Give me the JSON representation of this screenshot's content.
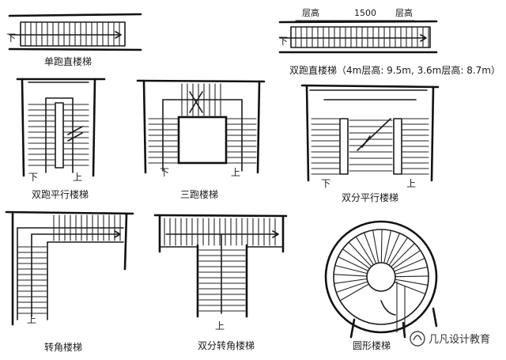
{
  "labels": {
    "single_run": "单跑直楼梯",
    "double_run_straight": "双跑直楼梯（4m层高: 9.5m, 3.6m层高: 8.7m）",
    "double_run_parallel": "双跑平行楼梯",
    "triple_run": "三跑楼梯",
    "double_split_parallel": "双分平行楼梯",
    "corner": "转角楼梯",
    "double_split_corner": "双分转角楼梯",
    "circular": "圆形楼梯"
  },
  "dimension": {
    "left": "层高",
    "value": "1500",
    "right": "层高"
  },
  "marks": {
    "down": "下",
    "up": "上"
  },
  "watermark": "几凡设计教育"
}
